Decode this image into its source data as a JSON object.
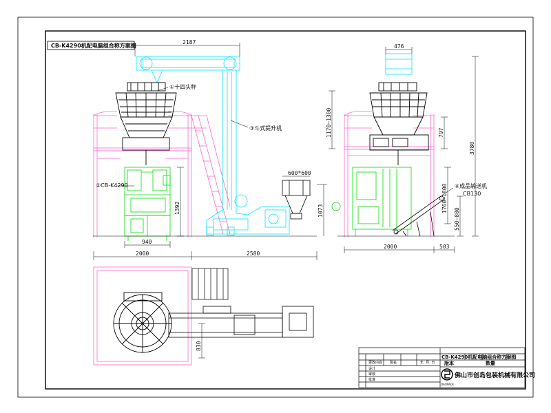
{
  "drawing": {
    "title": "CB-K4290机配电脑组合称方案图",
    "colors": {
      "frame": "#000000",
      "platform": "#ff66cc",
      "elevator": "#00e5ff",
      "machine": "#00dd00",
      "weigher": "#000000",
      "conveyor": "#000000"
    }
  },
  "callouts": {
    "c1": "①十四头秤",
    "c2": "②CB-K4290",
    "c3": "③斗式提升机",
    "c4": "④成品输送机",
    "c4b": "CB130"
  },
  "dimensions": {
    "elevator_width": "2187",
    "hopper_width": "476",
    "infeed": "600*600",
    "machine_width": "940",
    "frame_width_front": "2000",
    "elevator_run": "2580",
    "frame_width_side": "2000",
    "conveyor_ext": "503",
    "machine_height": "1392",
    "infeed_height": "1073",
    "weigher_range": "1170~1300",
    "weigher_body": "797",
    "platform_range": "1760~1800",
    "conveyor_range": "550~800",
    "total_height": "3780",
    "plan_offset": "830"
  },
  "title_block": {
    "main": "CB-K4290机配电脑组合称方案图",
    "version_label": "版本",
    "qty_label": "数量",
    "change": "更改内容",
    "sign": "签名",
    "date": "年. 月. 日",
    "design": "设计",
    "review": "审核",
    "approve": "批准",
    "logo_text": "DAOPACK",
    "company": "佛山市创岛包装机械有限公司"
  }
}
